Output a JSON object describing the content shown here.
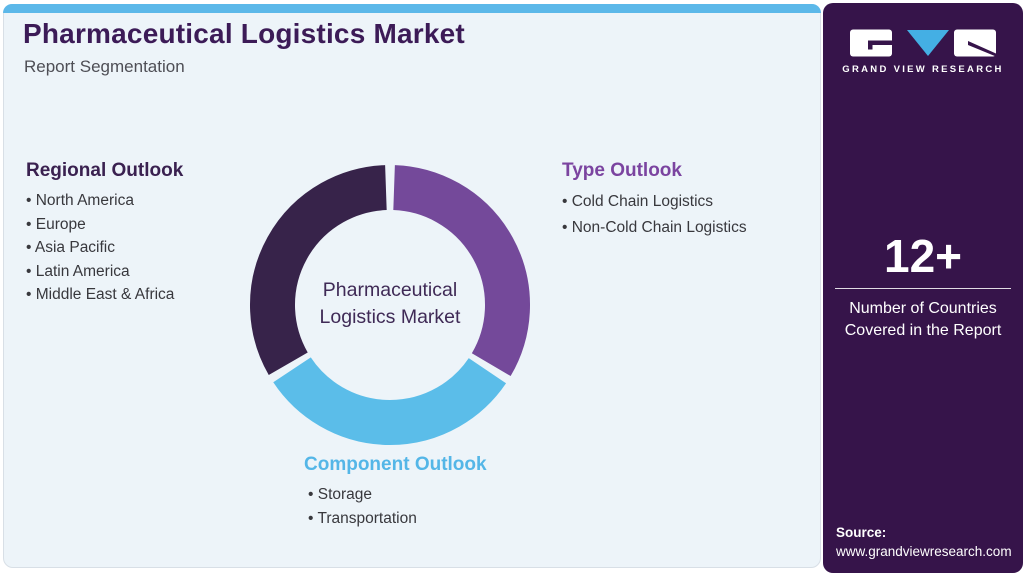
{
  "page": {
    "title": "Pharmaceutical Logistics Market",
    "subtitle": "Report Segmentation"
  },
  "outlooks": {
    "regional": {
      "heading": "Regional Outlook",
      "items": [
        "North America",
        "Europe",
        "Asia Pacific",
        "Latin America",
        "Middle East & Africa"
      ]
    },
    "type": {
      "heading": "Type Outlook",
      "items": [
        "Cold Chain Logistics",
        "Non-Cold Chain Logistics"
      ]
    },
    "component": {
      "heading": "Component Outlook",
      "items": [
        "Storage",
        "Transportation"
      ]
    }
  },
  "chart_data": {
    "type": "pie",
    "donut": true,
    "title": "Pharmaceutical Logistics Market",
    "center_label": "Pharmaceutical Logistics Market",
    "legend_position": "around",
    "segments": [
      {
        "name": "Type Outlook",
        "color": "#74499A",
        "start_deg": 2,
        "end_deg": 120.5
      },
      {
        "name": "Component Outlook",
        "color": "#5BBDE9",
        "start_deg": 124,
        "end_deg": 236.5
      },
      {
        "name": "Regional Outlook",
        "color": "#37234A",
        "start_deg": 240,
        "end_deg": 358
      }
    ]
  },
  "sidebar": {
    "brand": "GRAND VIEW RESEARCH",
    "stat": {
      "value": "12+",
      "label": "Number of Countries Covered in the Report"
    },
    "source": {
      "label": "Source:",
      "url": "www.grandviewresearch.com"
    }
  },
  "colors": {
    "topbar": "#5CB8E9",
    "panel_bg": "#EDF4F9",
    "title": "#3C1B57",
    "sidebar_bg": "#36144A",
    "logo_triangle": "#44AFE4",
    "type_heading": "#7B44A0",
    "component_heading": "#54B6E7",
    "regional_heading": "#3A2150"
  }
}
